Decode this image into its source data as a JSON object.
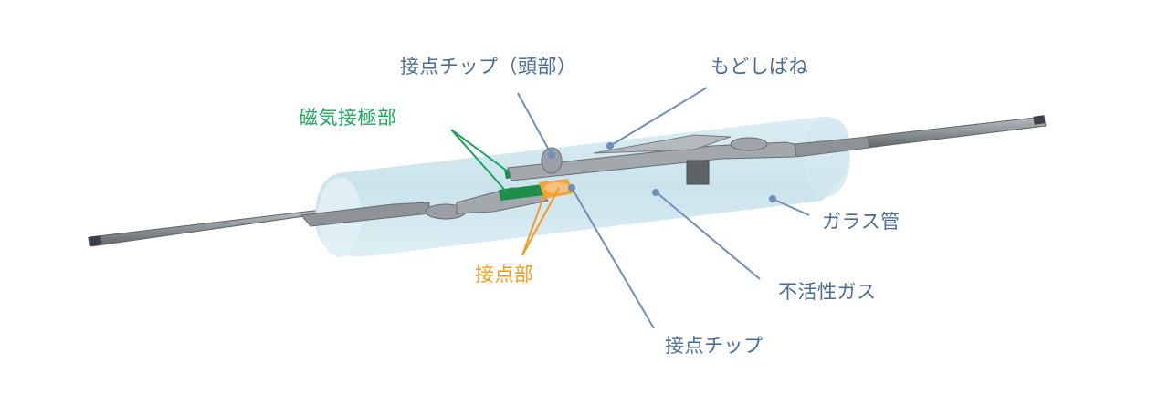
{
  "colors": {
    "blue_label": "#4a6c96",
    "blue_line": "#6e8fbb",
    "green_label": "#1aa85a",
    "green_line": "#1ba35b",
    "orange_label": "#f39a1e",
    "orange_line": "#f29a22",
    "glass": "#cfe7ee",
    "lead": "#8d9297",
    "electrode_green": "#1e8d4a",
    "contact_orange": "#f3a33b"
  },
  "labels": {
    "contact_tip_head": "接点チップ（頭部）",
    "return_spring": "もどしばね",
    "magnetic_electrode": "磁気接極部",
    "glass_tube": "ガラス管",
    "contact_part": "接点部",
    "inert_gas": "不活性ガス",
    "contact_tip": "接点チップ"
  }
}
